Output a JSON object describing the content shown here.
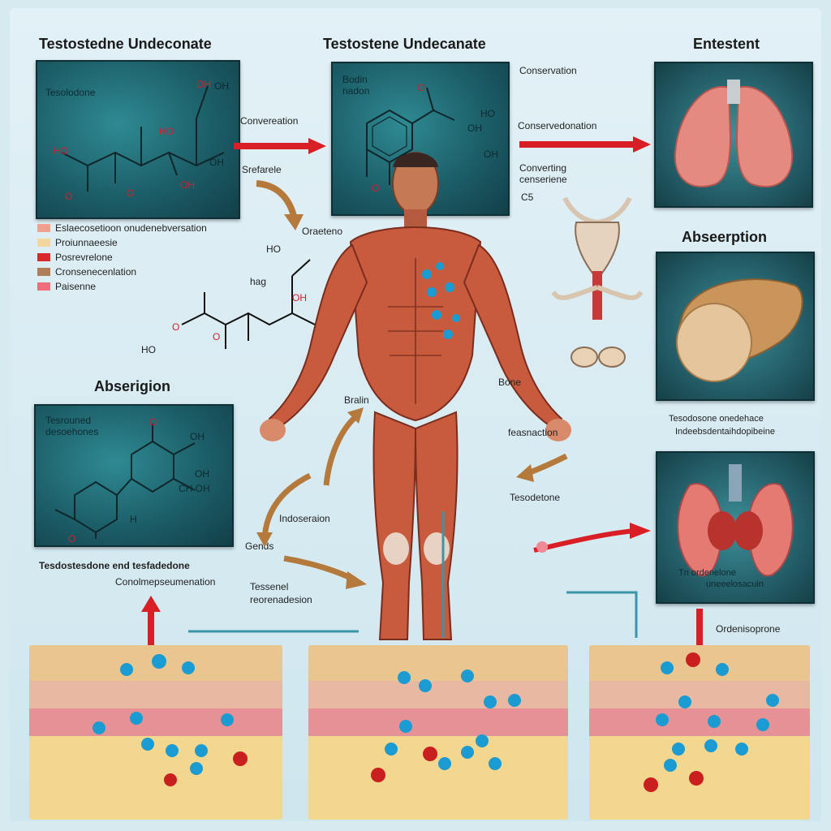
{
  "headings": {
    "top_left": "Testostedne Undeconate",
    "top_center": "Testostene Undecanate",
    "top_right": "Entestent",
    "absorption_right": "Abseerption",
    "absorption_left": "Abserigion"
  },
  "panels": {
    "top_left": {
      "title": "Tesolodone",
      "labels": [
        "OH",
        "HO",
        "OH",
        "OH",
        "O",
        "O",
        "HO",
        "OH"
      ]
    },
    "top_center": {
      "title_line1": "Bodin",
      "title_line2": "nadon",
      "labels": [
        "O",
        "HO",
        "OH",
        "OH",
        "O",
        "O"
      ]
    },
    "bottom_left": {
      "title_line1": "Tesrouned",
      "title_line2": "desoehones",
      "labels": [
        "O",
        "OH",
        "OH",
        "CH OH",
        "O",
        "H"
      ]
    }
  },
  "legend": [
    {
      "text": "Eslaecosetioon onudenebversation",
      "color": "#f2a08e"
    },
    {
      "text": "Proiunnaeesie",
      "color": "#f3d79a"
    },
    {
      "text": "Posrevrelone",
      "color": "#d92a2a"
    },
    {
      "text": "Cronsenecenlation",
      "color": "#b07f5a"
    },
    {
      "text": "Paisenne",
      "color": "#f06d7d"
    }
  ],
  "labels": {
    "conversation_left": "Convereation",
    "srefarele": "Srefarele",
    "conservation_top": "Conservation",
    "conversdenation": "Conservedonation",
    "converting_line1": "Converting",
    "converting_line2": "censeriene",
    "c5": "C5",
    "oraeteno": "Oraeteno",
    "ho_top": "HO",
    "hag": "hag",
    "oh_mol": "OH",
    "ho_bottom": "HO",
    "o_small1": "O",
    "o_small2": "O",
    "brain": "Bralin",
    "bone": "Bone",
    "fecundation": "feasnaction",
    "tesedetone": "Tesodetone",
    "indoseraion": "Indoseraion",
    "gends": "Gends",
    "testesel_line1": "Tessenel",
    "testesel_line2": "reorenadesion",
    "testosterone_tesfadedone": "Tesdostesdone end tesfadedone",
    "conformation": "Conolmepseumenation",
    "right_mid_line1": "Tesodosone onedehace",
    "right_mid_line2": "Indeebsdentaihdopibeine",
    "right_bottom_line1": "Tn  ordenelone",
    "right_bottom_line2": "uneeelosacuin",
    "ordenisoprone": "Ordenisoprone"
  },
  "colors": {
    "arrow_red": "#d91f26",
    "arrow_brown": "#b5793c",
    "panel_teal": "#1f6670",
    "muscle": "#c85a3e",
    "molecule_blue": "#1a9bd1",
    "molecule_red": "#c91f1f"
  }
}
